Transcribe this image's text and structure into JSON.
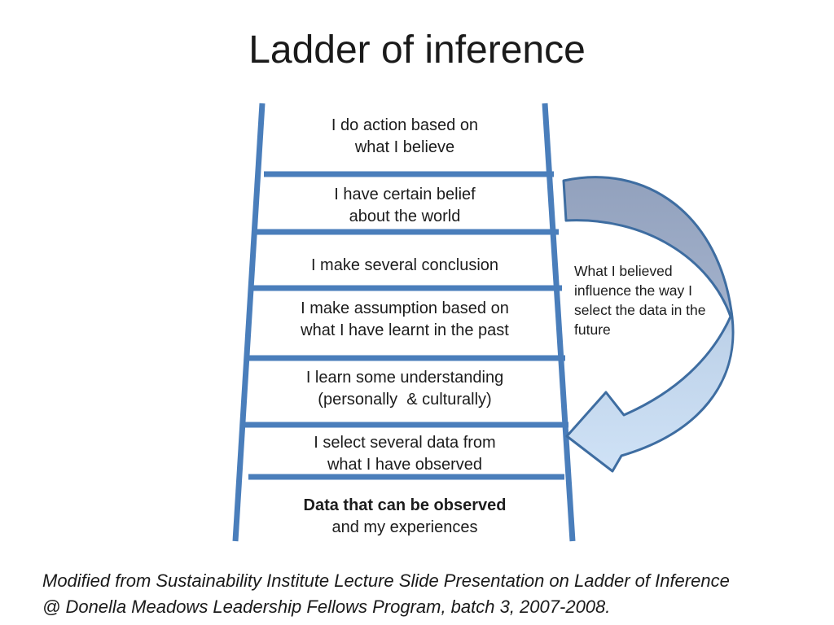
{
  "slide": {
    "title": "Ladder of inference",
    "footer": {
      "line1": "Modified from Sustainability Institute Lecture Slide Presentation on Ladder of Inference",
      "line2": "@ Donella Meadows Leadership Fellows Program, batch 3, 2007-2008."
    }
  },
  "ladder": {
    "rungs": [
      {
        "line1": "I do action based on",
        "line2": "what I believe"
      },
      {
        "line1": "I have certain belief",
        "line2": "about the world"
      },
      {
        "line1": "I make several conclusion",
        "line2": ""
      },
      {
        "line1": "I make assumption based on",
        "line2": "what I have learnt in the past"
      },
      {
        "line1": "I learn some understanding",
        "line2": "(personally  & culturally)"
      },
      {
        "line1": "I select several data from",
        "line2": "what I have observed"
      },
      {
        "line1": "Data that can be observed",
        "line2": "and my experiences"
      }
    ]
  },
  "arrow": {
    "caption": "What I believed influence the way I select the data in the future"
  },
  "colors": {
    "background": "#ffffff",
    "text": "#1a1a1a",
    "ladder_blue": "#4a7ebb",
    "arrow_stroke": "#3e6da1",
    "arrow_fill_top": "#97a6c2",
    "arrow_fill_bottom": "#cde0f5"
  }
}
